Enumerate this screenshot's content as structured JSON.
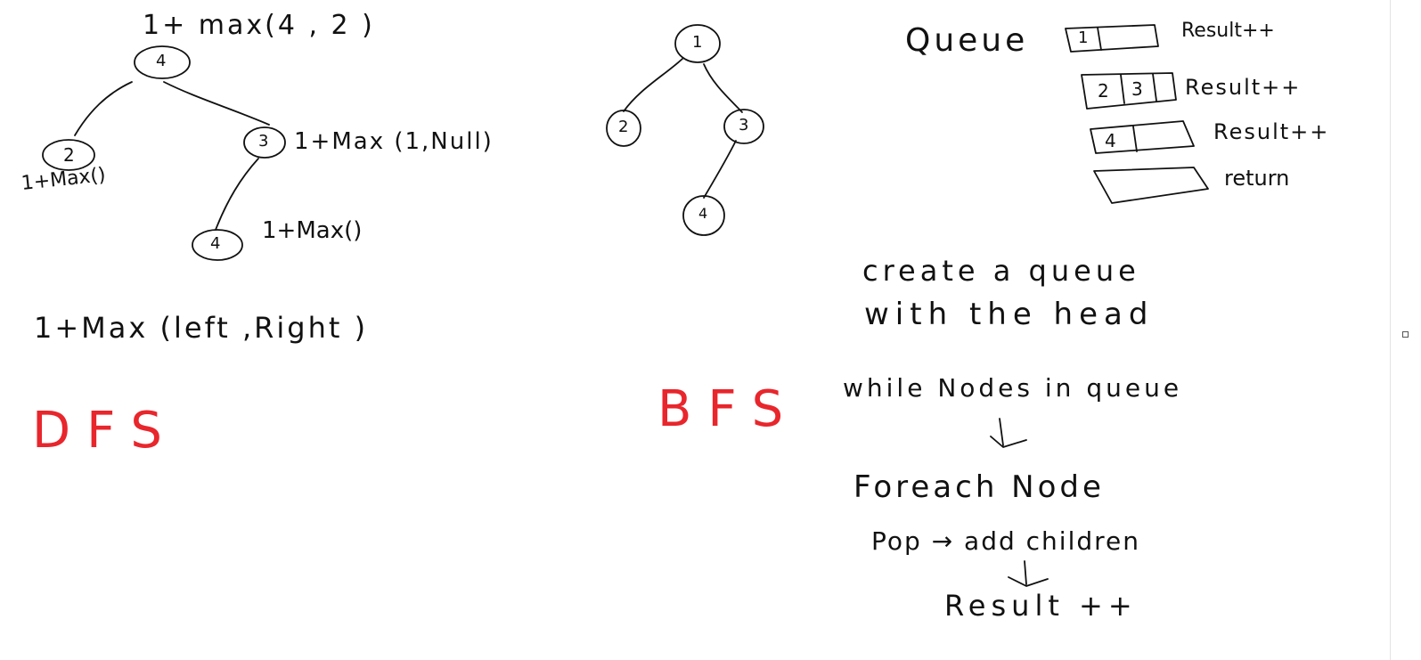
{
  "colors": {
    "ink": "#111111",
    "accent": "#e8262c",
    "background": "#ffffff"
  },
  "left": {
    "top_formula": "1+ max(4 , 2 )",
    "tree_nodes": [
      "4",
      "2",
      "3",
      "4"
    ],
    "node_2_note": "1+Max()",
    "node_3_note": "1+Max (1,Null)",
    "node_4_note": "1+Max()",
    "general_formula": "1+Max (left ,Right )",
    "title": "DFS"
  },
  "middle": {
    "tree_nodes": [
      "1",
      "2",
      "3",
      "4"
    ],
    "title": "BFS"
  },
  "right": {
    "queue_label": "Queue",
    "rows": [
      {
        "cells": [
          "1"
        ],
        "note": "Result++"
      },
      {
        "cells": [
          "2",
          "3"
        ],
        "note": "Result++"
      },
      {
        "cells": [
          "4"
        ],
        "note": "Result++"
      },
      {
        "cells": [],
        "note": "return"
      }
    ],
    "steps": [
      "create a queue",
      "with the head",
      "while Nodes in queue",
      "Foreach Node",
      "Pop → add children",
      "Result ++"
    ]
  }
}
